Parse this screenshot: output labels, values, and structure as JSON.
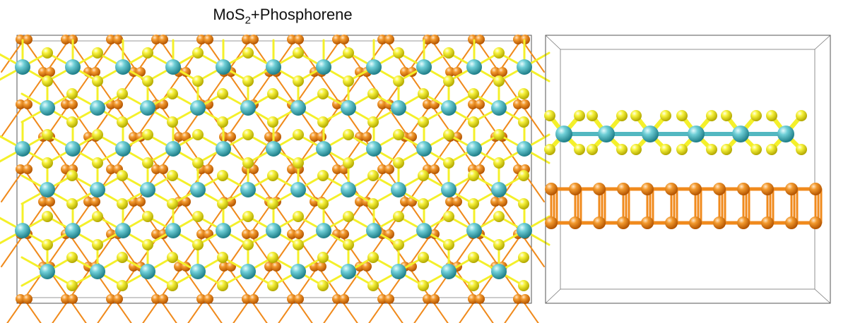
{
  "title": {
    "prefix": "MoS",
    "subscript": "2",
    "suffix": "+Phosphorene"
  },
  "colors": {
    "molybdenum": "#52b8c1",
    "sulfur": "#f4f02a",
    "phosphorus": "#f08a1c",
    "cell_border": "#444444",
    "background": "#ffffff"
  },
  "panels": [
    {
      "name": "top-view"
    },
    {
      "name": "side-view"
    }
  ]
}
